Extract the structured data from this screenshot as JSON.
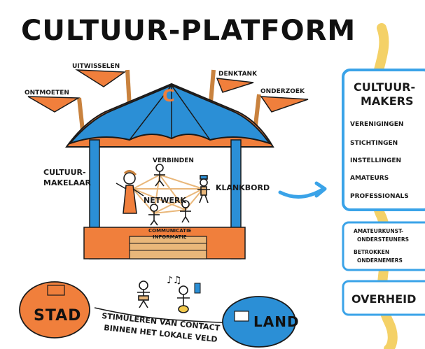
{
  "title": "CULTUUR-PLATFORM",
  "tent": {
    "logo_letter": "C",
    "flags": [
      "UITWISSELEN",
      "ONTMOETEN",
      "DENKTANK",
      "ONDERZOEK"
    ]
  },
  "network": {
    "center": "NETWERK",
    "top": "VERBINDEN",
    "left": "CULTUUR-",
    "left2": "MAKELAAR",
    "right": "KLANKBORD",
    "bottom1": "COMMUNICATIE",
    "bottom2": "INFORMATIE"
  },
  "bottom": {
    "left_oval": "STAD",
    "right_oval": "LAND",
    "caption1": "STIMULEREN VAN CONTACT",
    "caption2": "BINNEN HET LOKALE VELD"
  },
  "cultuurmakers": {
    "title1": "CULTUUR-",
    "title2": "MAKERS",
    "items": [
      "VERENIGINGEN",
      "STICHTINGEN",
      "INSTELLINGEN",
      "AMATEURS",
      "PROFESSIONALS"
    ]
  },
  "amateur_box": {
    "line1": "AMATEURKUNST-",
    "line2": "ONDERSTEUNERS",
    "line3": "BETROKKEN",
    "line4": "ONDERNEMERS"
  },
  "overheid": "OVERHEID",
  "colors": {
    "orange": "#f07f3c",
    "blue": "#2b8fd6",
    "light_blue": "#3aa3e8",
    "yellow": "#f2c94c",
    "tan": "#e9b77a",
    "ink": "#1a1a1a"
  }
}
